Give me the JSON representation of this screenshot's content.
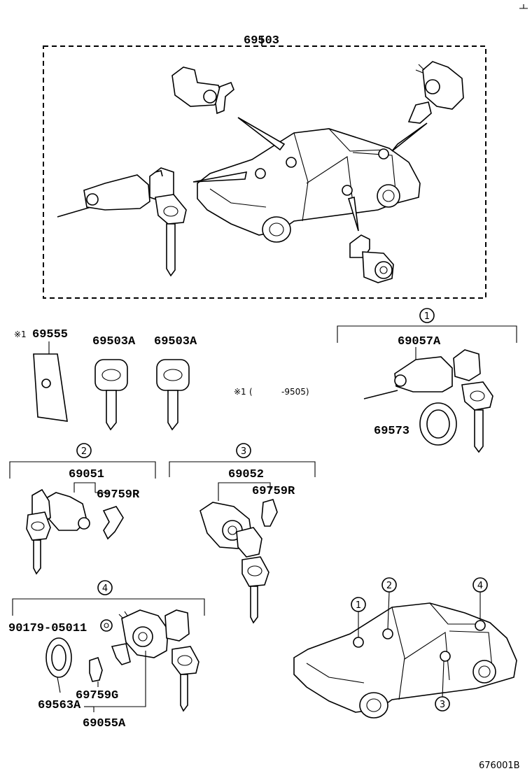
{
  "labels": {
    "assy_top": "69503",
    "p69555": "69555",
    "p69555_mark": "※1",
    "p69503a_1": "69503A",
    "p69503a_2": "69503A",
    "note_mark": "※1",
    "note_paren": "(",
    "note_range": "-9505)",
    "p69057a": "69057A",
    "p69573": "69573",
    "p69051": "69051",
    "p69759r_a": "69759R",
    "p69052": "69052",
    "p69759r_b": "69759R",
    "p90179": "90179-05011",
    "p69759g": "69759G",
    "p69563a": "69563A",
    "p69055a": "69055A",
    "footer_code": "676001B"
  },
  "groups": {
    "g1": "1",
    "g2": "2",
    "g3": "3",
    "g4": "4",
    "car_1": "1",
    "car_2": "2",
    "car_3": "3",
    "car_4": "4"
  }
}
